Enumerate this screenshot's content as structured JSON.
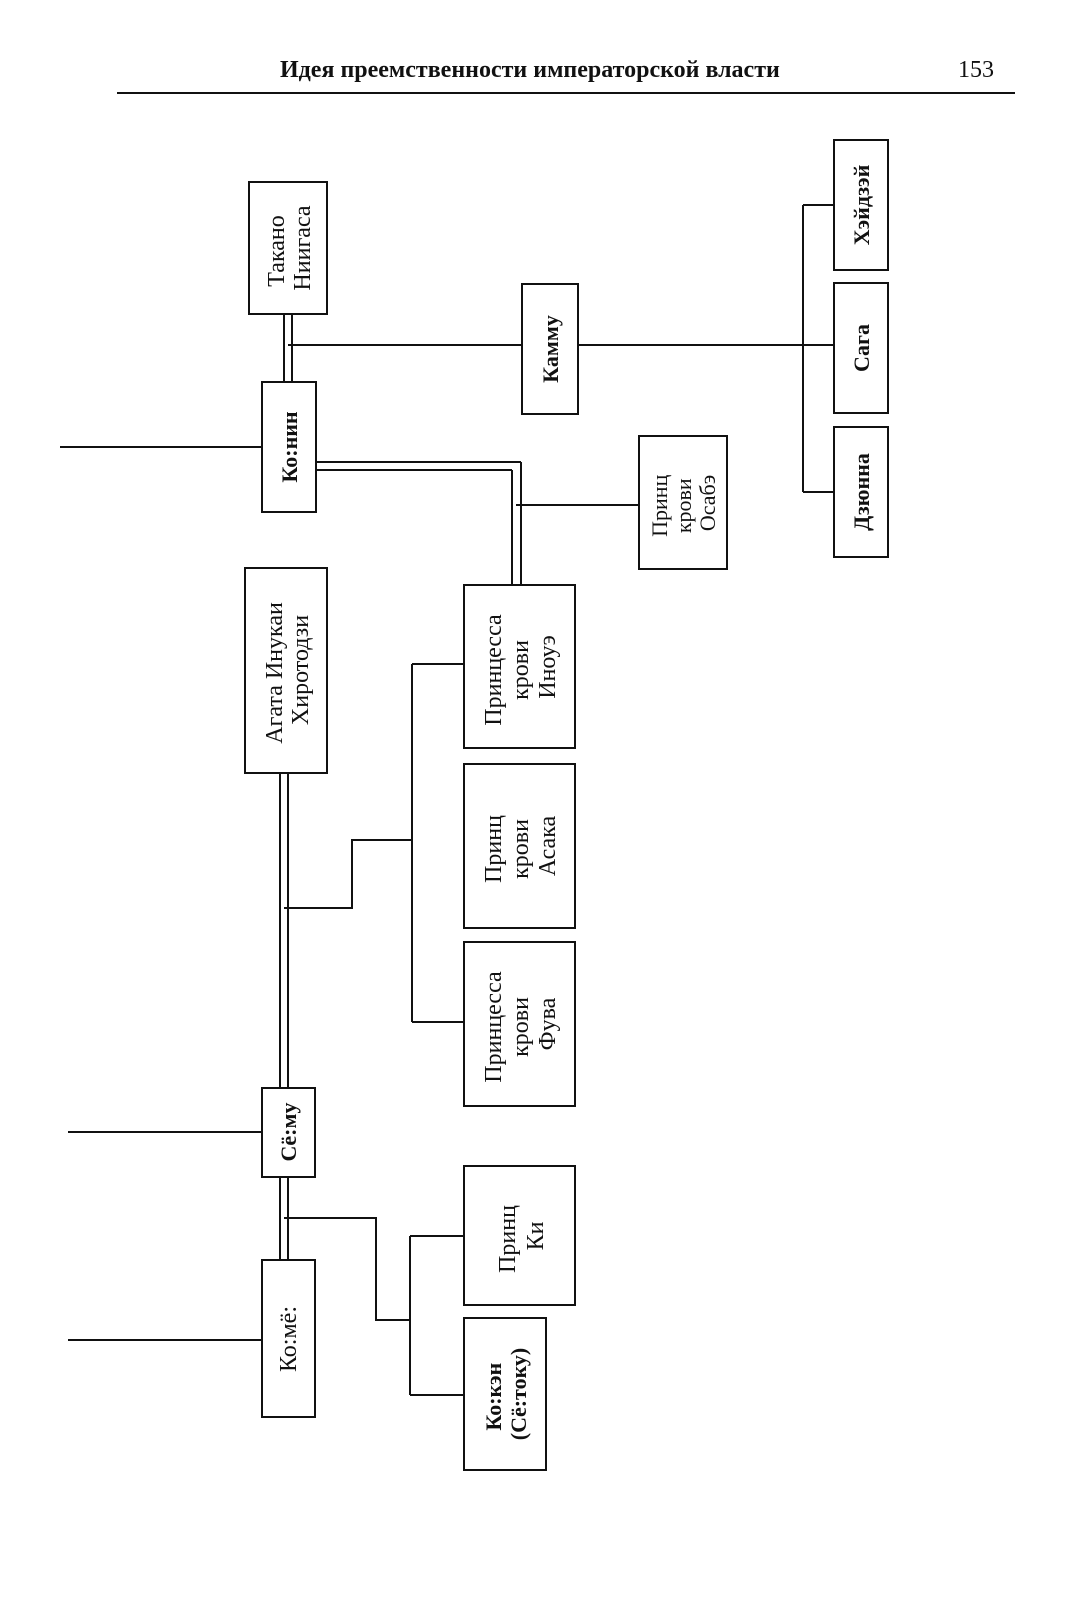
{
  "header": {
    "title": "Идея преемственности императорской власти",
    "page_number": "153"
  },
  "nodes": {
    "takano": {
      "lines": [
        "Такано",
        "Ниигаса"
      ]
    },
    "kammu": {
      "lines": [
        "Камму"
      ]
    },
    "heidzei": {
      "lines": [
        "Хэйдзэй"
      ]
    },
    "saga": {
      "lines": [
        "Сага"
      ]
    },
    "dzyunna": {
      "lines": [
        "Дзюнна"
      ]
    },
    "konin": {
      "lines": [
        "Ко:нин"
      ]
    },
    "osabe": {
      "lines": [
        "Принц",
        "крови",
        "Осабэ"
      ]
    },
    "agata": {
      "lines": [
        "Агата Инукаи",
        "Хиротодзи"
      ]
    },
    "inoue": {
      "lines": [
        "Принцесса",
        "крови",
        "Иноуэ"
      ]
    },
    "asaka": {
      "lines": [
        "Принц",
        "крови",
        "Асака"
      ]
    },
    "fuva": {
      "lines": [
        "Принцесса",
        "крови",
        "Фува"
      ]
    },
    "syomu": {
      "lines": [
        "Сё:му"
      ]
    },
    "ki": {
      "lines": [
        "Принц",
        "Ки"
      ]
    },
    "komyo": {
      "lines": [
        "Ко:мё:"
      ]
    },
    "koken": {
      "lines": [
        "Ко:кэн",
        "(Сё:току)"
      ]
    }
  }
}
